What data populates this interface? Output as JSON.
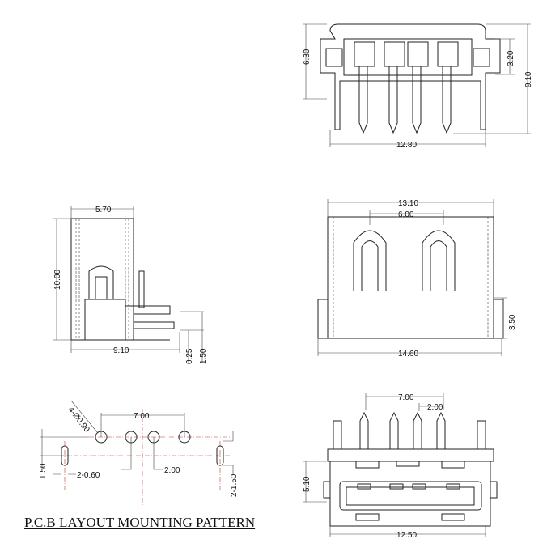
{
  "title": "P.C.B LAYOUT MOUNTING PATTERN",
  "rear_view": {
    "height": "6.30",
    "window": "3.20",
    "total_height": "9.10",
    "width": "12.80"
  },
  "side_view": {
    "top_width": "5.70",
    "height": "10.00",
    "depth": "9.10",
    "small_step": "0.25",
    "pin_offset": "1.50"
  },
  "front_view": {
    "width": "13.10",
    "contact_pitch": "6.00",
    "tab_height": "3.50",
    "total_width": "14.60"
  },
  "pcb_layout": {
    "span": "7.00",
    "hole_dia": "4-Ø0.90",
    "row_offset": "1.50",
    "slot_width": "2-0.60",
    "pitch": "2.00",
    "slot_length": "2-1.50"
  },
  "bottom_view": {
    "span": "7.00",
    "pitch": "2.00",
    "height": "5.10",
    "width": "12.50"
  }
}
